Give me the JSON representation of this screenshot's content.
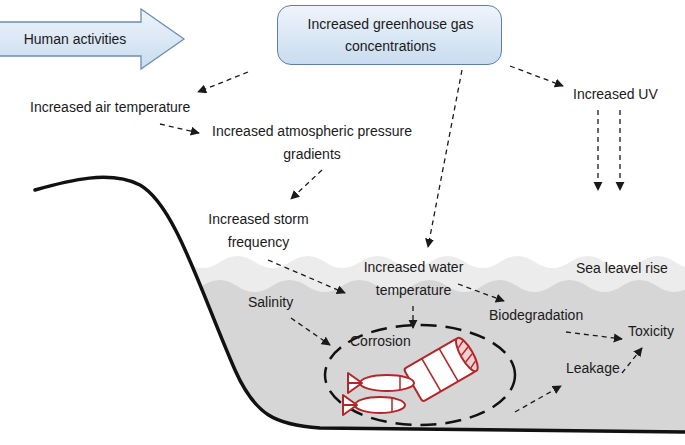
{
  "diagram": {
    "nodes": [
      {
        "text": [
          "Human activities"
        ]
      },
      {
        "text": [
          "Increased greenhouse gas concentrations"
        ]
      }
    ],
    "labels": [
      "Increased air temperature",
      "Increased atmospheric pressure gradients",
      "Increased storm frequency",
      "Increased UV",
      "Increased water temperature",
      "Sea leavel rise",
      "Salinity",
      "Biodegradation",
      "Corrosion",
      "Toxicity",
      "Leakage"
    ]
  }
}
